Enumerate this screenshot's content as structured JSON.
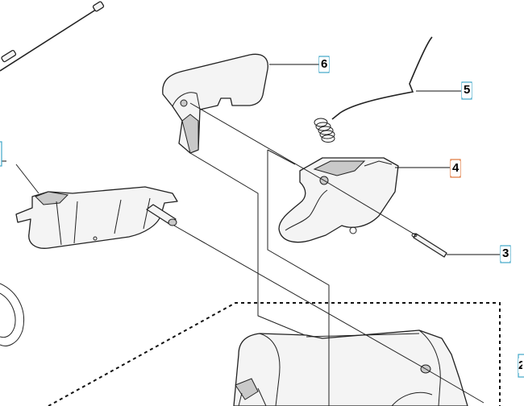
{
  "diagram": {
    "accent_colors": {
      "blue_box": "#3fa7c9",
      "orange_box": "#e0763a"
    },
    "callouts": [
      {
        "id": "callout-2",
        "label": "2",
        "box_color": "#3fa7c9"
      },
      {
        "id": "callout-3",
        "label": "3",
        "box_color": "#3fa7c9"
      },
      {
        "id": "callout-4",
        "label": "4",
        "box_color": "#e0763a"
      },
      {
        "id": "callout-5",
        "label": "5",
        "box_color": "#3fa7c9"
      },
      {
        "id": "callout-6",
        "label": "6",
        "box_color": "#3fa7c9"
      }
    ]
  }
}
